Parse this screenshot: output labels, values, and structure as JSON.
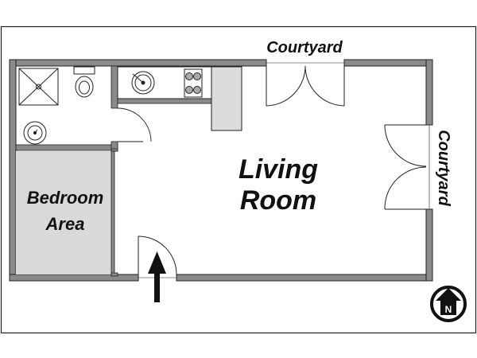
{
  "labels": {
    "courtyard_top": "Courtyard",
    "courtyard_right": "Courtyard",
    "living_line1": "Living",
    "living_line2": "Room",
    "bedroom_line1": "Bedroom",
    "bedroom_line2": "Area",
    "compass_letter": "N"
  },
  "colors": {
    "wall": "#8a8a8a",
    "wall_outline": "#222222",
    "bedroom_fill": "#d9d9d9",
    "counter_fill": "#dcdcdc",
    "ink": "#111111",
    "background": "#ffffff"
  },
  "icons": {
    "entrance": "arrow-up-icon",
    "compass": "north-compass-icon",
    "shower": "shower-icon",
    "toilet": "toilet-icon",
    "sink": "sink-icon",
    "stove": "stove-icon"
  }
}
